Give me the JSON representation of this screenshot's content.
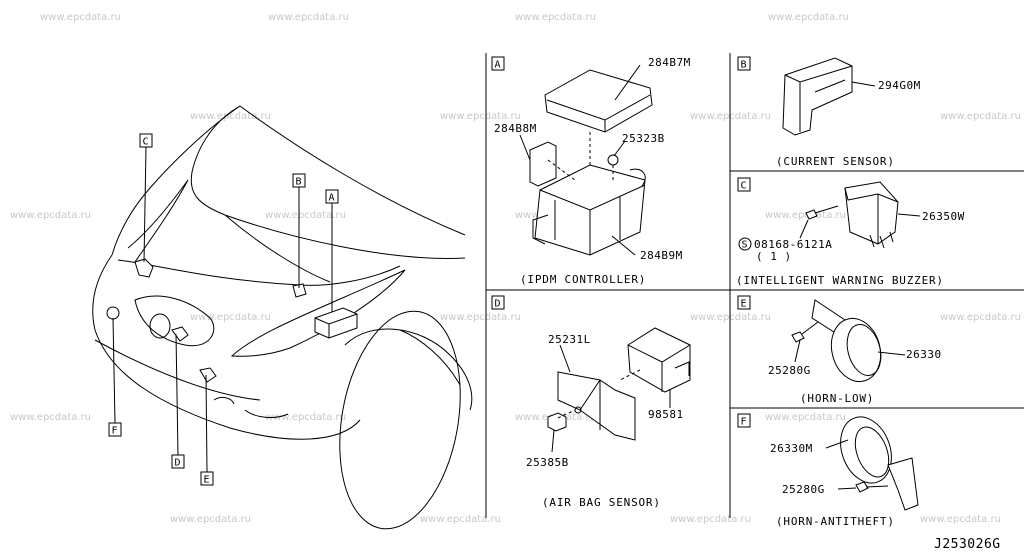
{
  "watermark": "www.epcdata.ru",
  "diagram_code": "J253026G",
  "overview": {
    "markers": [
      "C",
      "B",
      "A",
      "F",
      "D",
      "E"
    ]
  },
  "panels": {
    "A": {
      "letter": "A",
      "caption": "(IPDM CONTROLLER)",
      "parts": [
        "284B7M",
        "284B8M",
        "25323B",
        "284B9M"
      ]
    },
    "B": {
      "letter": "B",
      "caption": "(CURRENT SENSOR)",
      "parts": [
        "294G0M"
      ]
    },
    "C": {
      "letter": "C",
      "caption": "(INTELLIGENT WARNING BUZZER)",
      "parts": [
        "26350W"
      ],
      "bolt_code": "08168-6121A",
      "bolt_qty": "( 1 )",
      "bolt_symbol": "S"
    },
    "D": {
      "letter": "D",
      "caption": "(AIR BAG SENSOR)",
      "parts": [
        "25231L",
        "98581",
        "25385B"
      ]
    },
    "E": {
      "letter": "E",
      "caption": "(HORN-LOW)",
      "parts": [
        "25280G",
        "26330"
      ]
    },
    "F": {
      "letter": "F",
      "caption": "(HORN-ANTITHEFT)",
      "parts": [
        "26330M",
        "25280G"
      ]
    }
  }
}
